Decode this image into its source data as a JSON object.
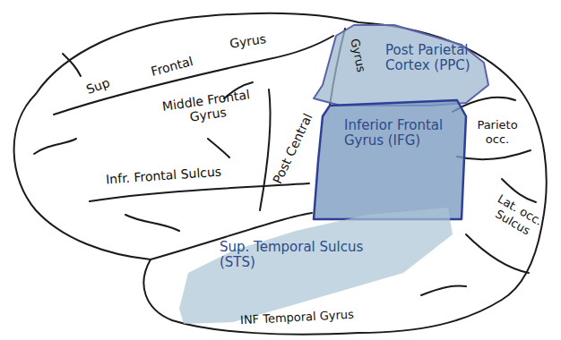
{
  "diagram": {
    "nodes": [
      {
        "text": [
          "Post Parietal Cortex (PPC)"
        ]
      },
      {
        "text": [
          "Inferior Frontal Gyrus (IFG)"
        ]
      },
      {
        "text": [
          "Sup. Temporal Sulcus (STS)"
        ]
      }
    ],
    "labels": [
      "Sup",
      "Frontal",
      "Gyrus",
      "Gyrus",
      "Middle Frontal Gyrus",
      "Infr. Frontal Sulcus",
      "Post Central",
      "Parieto occ.",
      "Lat. occ. Sulcus",
      "INF Temporal Gyrus"
    ]
  }
}
